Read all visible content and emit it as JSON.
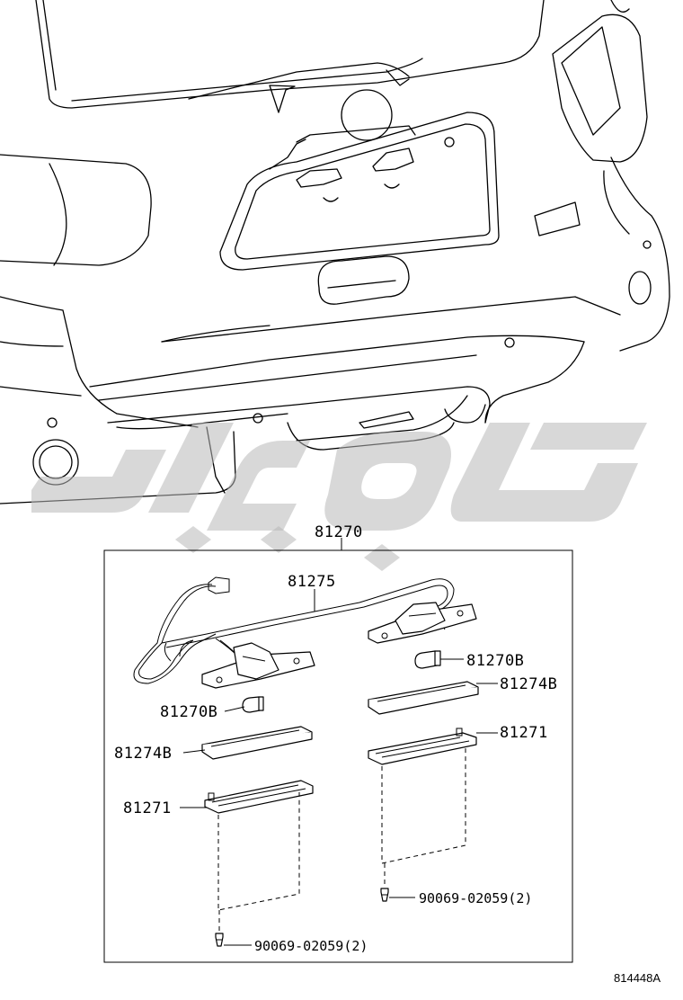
{
  "diagram": {
    "labels": {
      "assembly": "81270",
      "wire_harness": "81275",
      "bulb_right": "81270B",
      "bulb_left": "81270B",
      "gasket_right": "81274B",
      "gasket_left": "81274B",
      "lens_right": "81271",
      "lens_left": "81271",
      "screw_right": "90069-02059(2)",
      "screw_left": "90069-02059(2)"
    },
    "reference_code": "814448A"
  }
}
